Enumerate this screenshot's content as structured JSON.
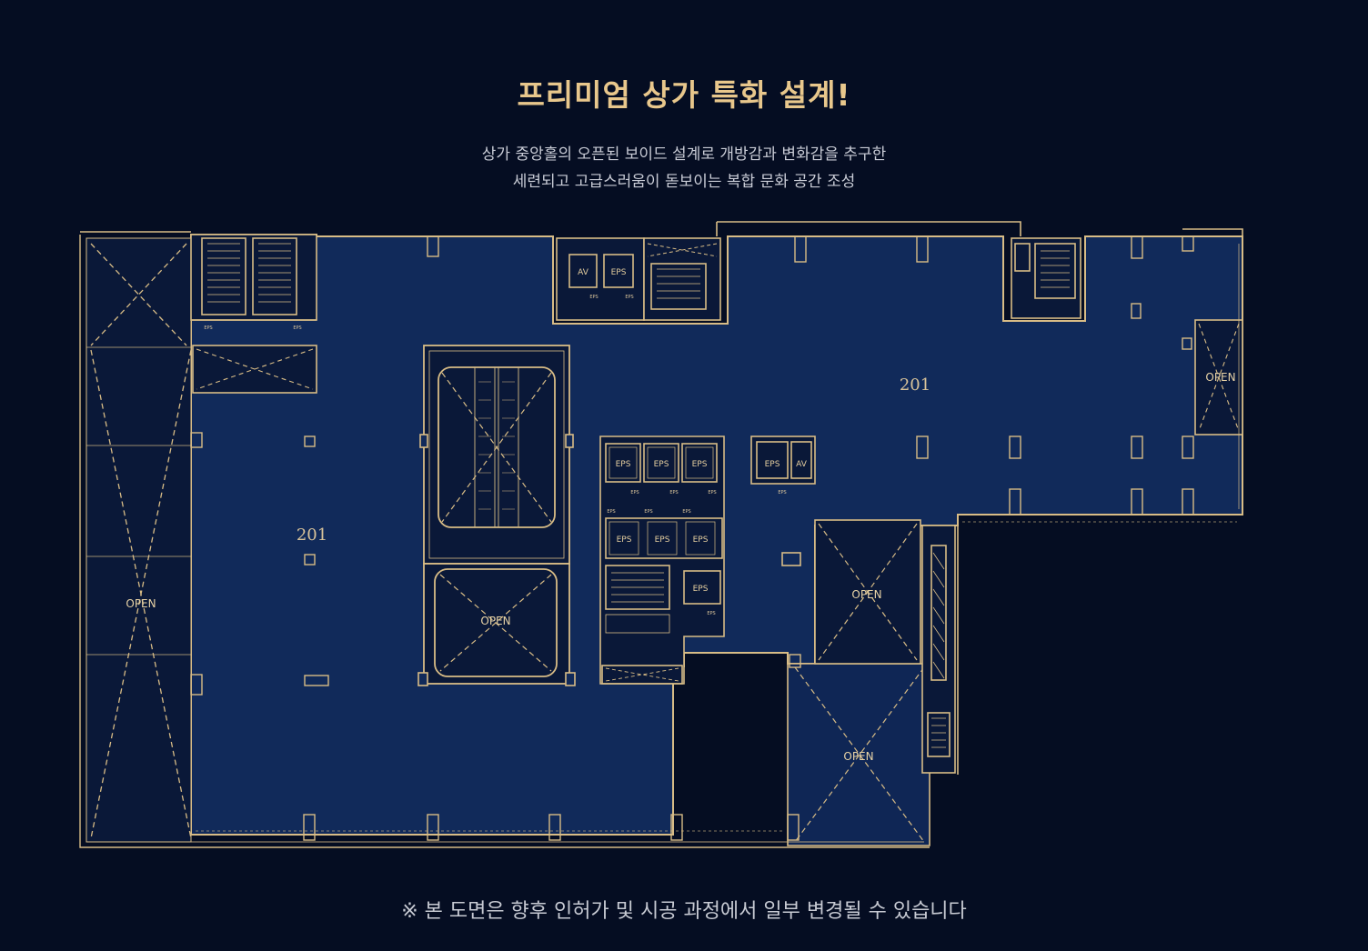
{
  "header": {
    "title": "프리미엄 상가 특화 설계!",
    "subtitle_line1": "상가 중앙홀의 오픈된 보이드 설계로 개방감과 변화감을 추구한",
    "subtitle_line2": "세련되고 고급스러움이 돋보이는 복합 문화 공간 조성"
  },
  "plan": {
    "unit_label": "201",
    "open_label": "OPEN",
    "eps_label": "EPS",
    "av_label": "AV"
  },
  "footer": {
    "note": "※ 본 도면은 향후 인허가 및 시공 과정에서 일부 변경될 수 있습니다"
  },
  "colors": {
    "background": "#050d22",
    "floor_fill": "#112a5a",
    "line_gold": "#d8bc86",
    "title_gold": "#e8c78c"
  }
}
